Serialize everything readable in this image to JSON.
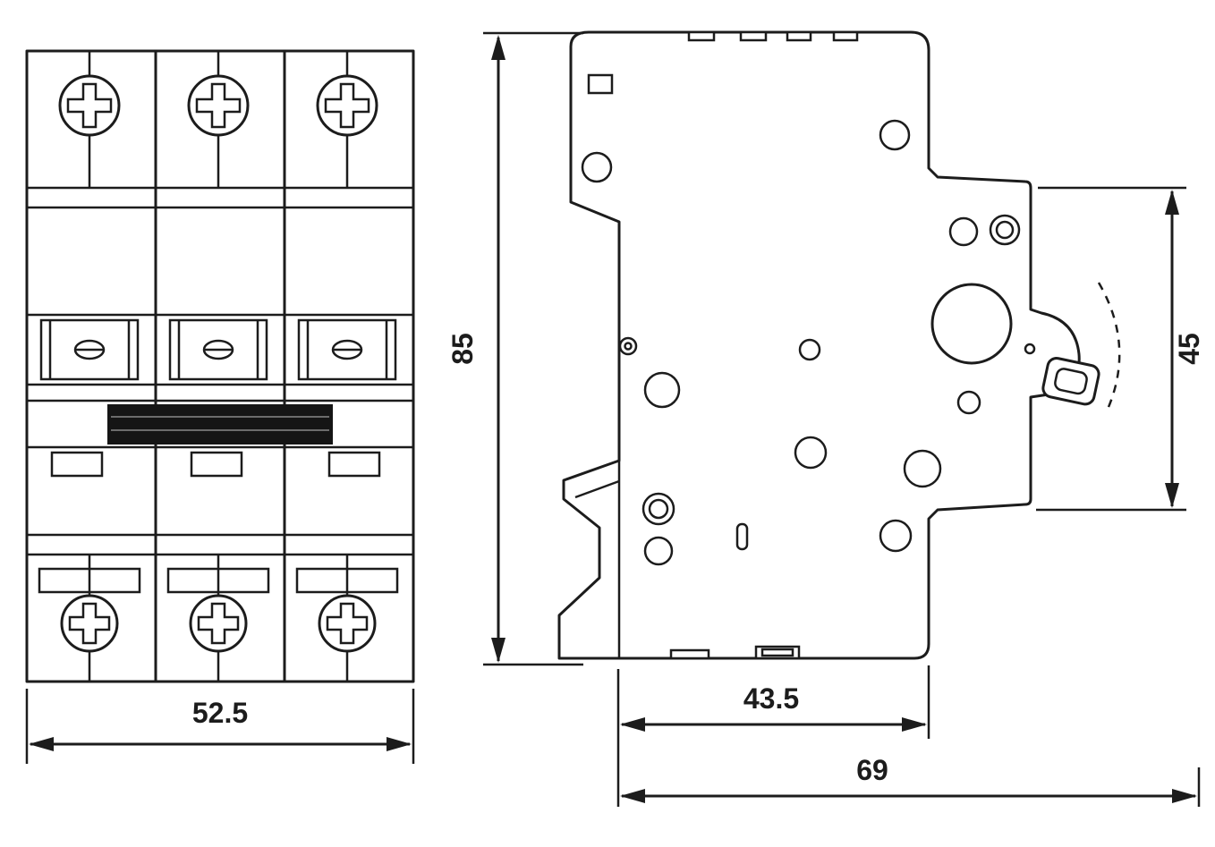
{
  "front_view": {
    "width_label": "52.5"
  },
  "side_view": {
    "overall_height_label": "85",
    "latch_section_label": "45",
    "mount_depth_label": "43.5",
    "overall_depth_label": "69"
  }
}
